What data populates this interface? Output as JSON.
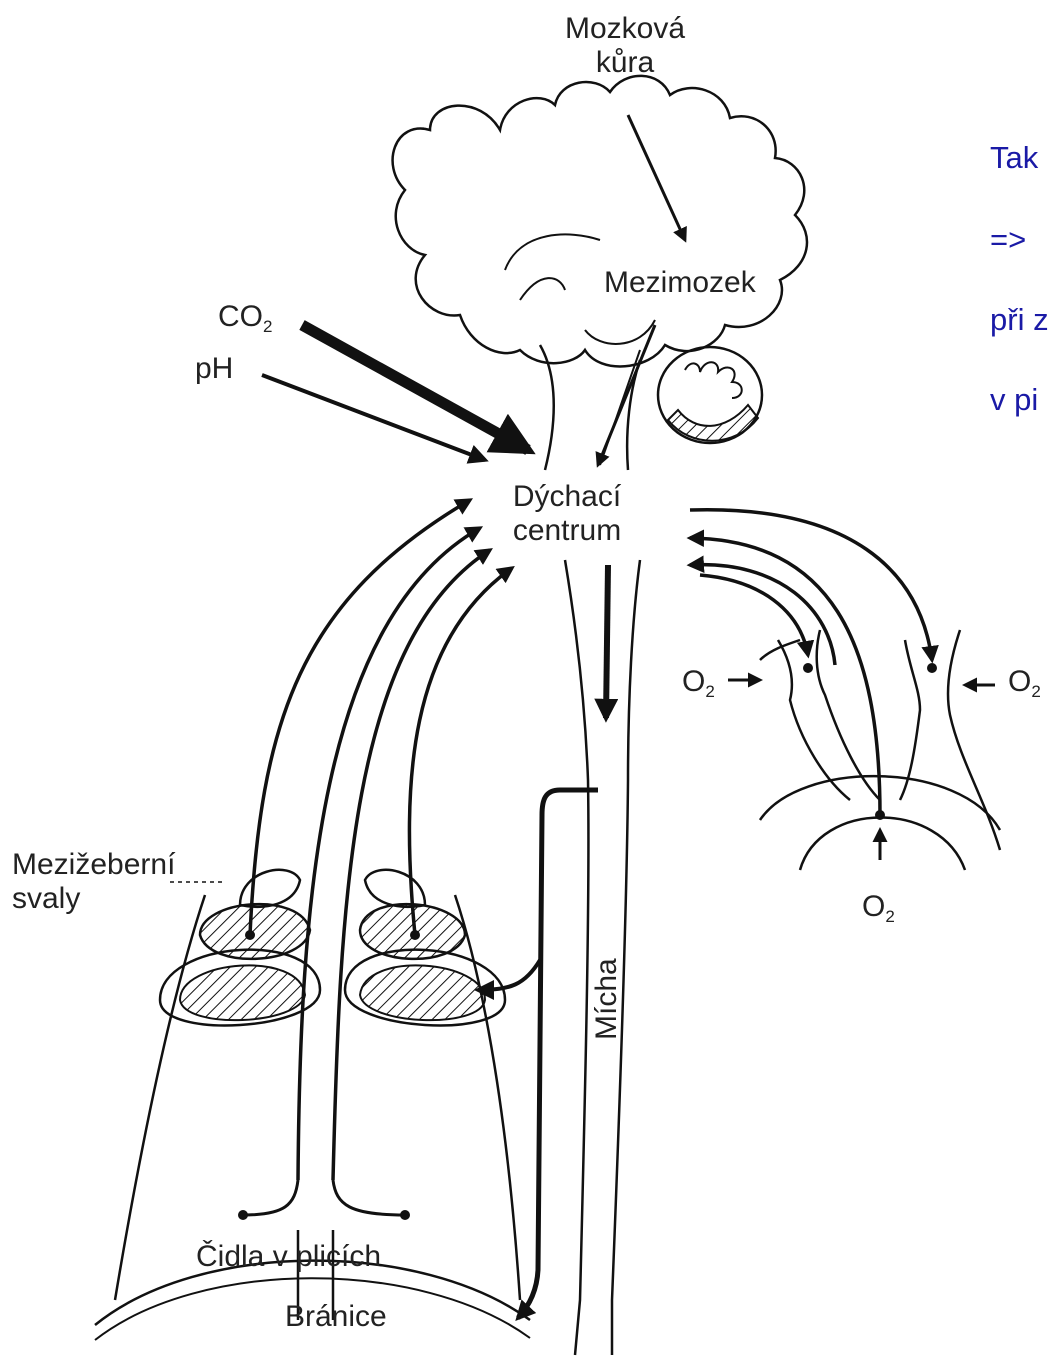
{
  "labels": {
    "cortex_line1": "Mozková",
    "cortex_line2": "kůra",
    "diencephalon": "Mezimozek",
    "co2_main": "CO",
    "co2_sub": "2",
    "ph": "pH",
    "center_line1": "Dýchací",
    "center_line2": "centrum",
    "o2_main": "O",
    "o2_sub": "2",
    "intercostal_line1": "Mezižeberní",
    "intercostal_line2": "svaly",
    "lung_sensors": "Čidla v plicích",
    "diaphragm": "Bránice",
    "spinal_cord": "Mícha"
  },
  "side_text": {
    "line1": "Tak",
    "line2": "=>",
    "line3": "při z",
    "line4": "v pi"
  },
  "colors": {
    "ink": "#111111",
    "side_text": "#1a1aa6"
  }
}
